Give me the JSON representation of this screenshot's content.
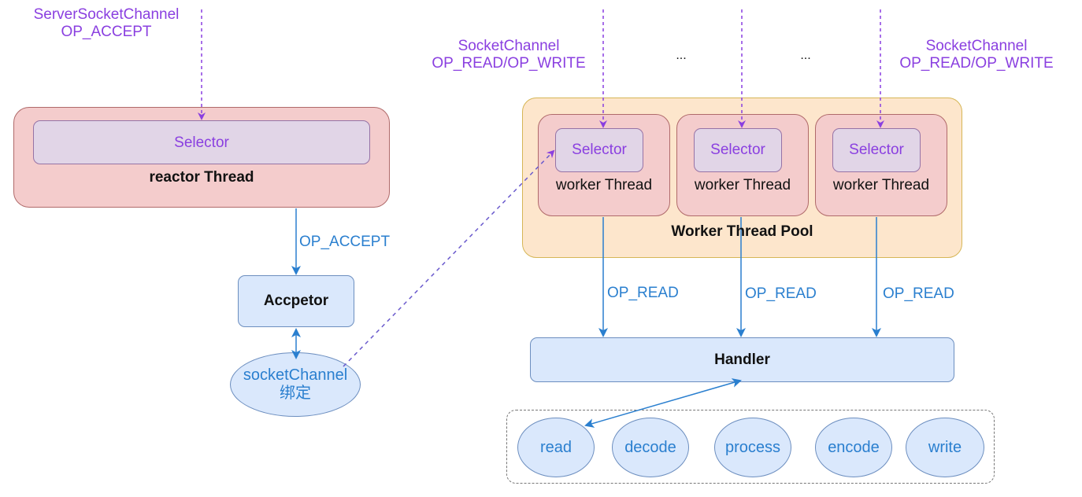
{
  "colors": {
    "purple_text": "#8a3fe0",
    "blue_text": "#2a7fcf",
    "thread_fill": "#f4cccc",
    "selector_fill": "#e1d5e7",
    "pool_fill": "#fde6cc",
    "component_fill": "#dae8fc"
  },
  "top_labels": {
    "server_channel": "ServerSocketChannel",
    "server_op": "OP_ACCEPT",
    "socket_channel_1": "SocketChannel",
    "socket_op_1": "OP_READ/OP_WRITE",
    "ellipsis_1": "...",
    "ellipsis_2": "...",
    "socket_channel_2": "SocketChannel",
    "socket_op_2": "OP_READ/OP_WRITE"
  },
  "reactor": {
    "selector_label": "Selector",
    "thread_label": "reactor Thread",
    "edge_label": "OP_ACCEPT"
  },
  "acceptor": {
    "label": "Accpetor"
  },
  "socket_binding": {
    "line1": "socketChannel",
    "line2": "绑定"
  },
  "worker_pool": {
    "label": "Worker Thread Pool",
    "workers": [
      {
        "selector_label": "Selector",
        "thread_label": "worker Thread",
        "edge_label": "OP_READ"
      },
      {
        "selector_label": "Selector",
        "thread_label": "worker Thread",
        "edge_label": "OP_READ"
      },
      {
        "selector_label": "Selector",
        "thread_label": "worker Thread",
        "edge_label": "OP_READ"
      }
    ]
  },
  "handler": {
    "label": "Handler",
    "stages": [
      "read",
      "decode",
      "process",
      "encode",
      "write"
    ]
  }
}
